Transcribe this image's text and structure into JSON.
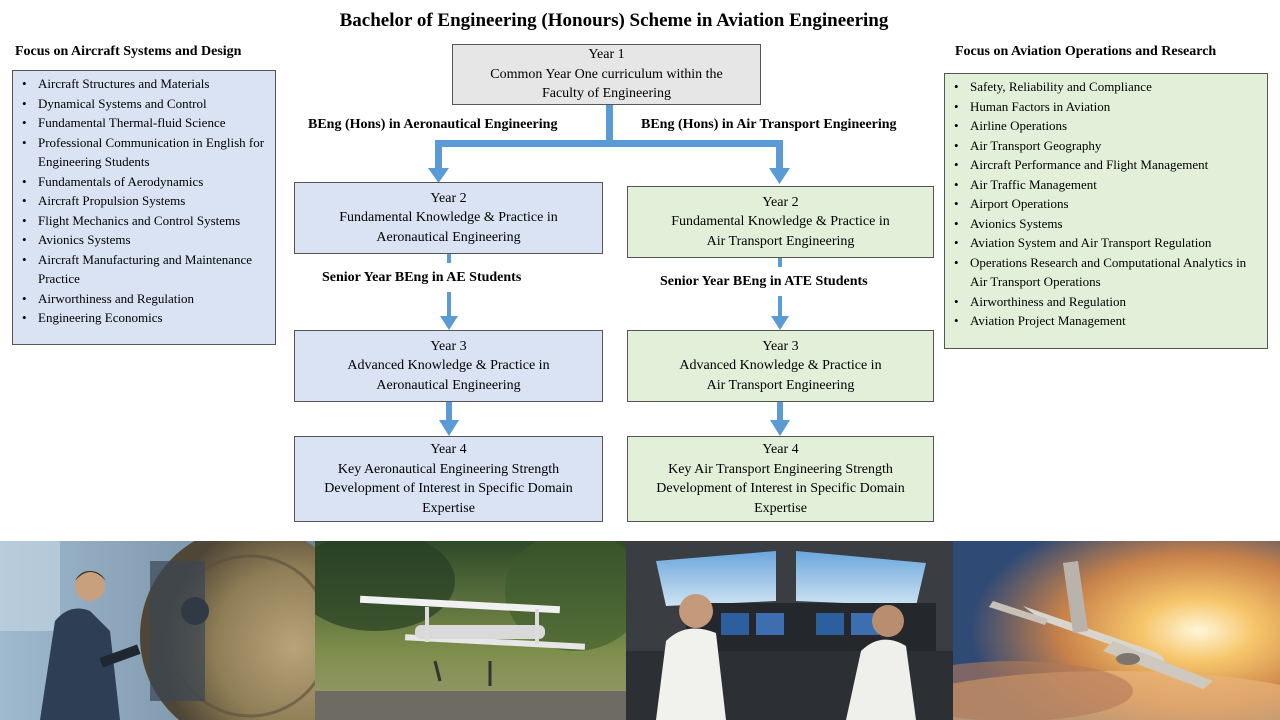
{
  "title": "Bachelor of Engineering  (Honours) Scheme in Aviation  Engineering",
  "left_focus": {
    "heading": "Focus on Aircraft  Systems and Design",
    "items": [
      "Aircraft Structures and Materials",
      "Dynamical Systems and Control",
      "Fundamental Thermal-fluid Science",
      "Professional Communication  in English for Engineering Students",
      "Fundamentals of Aerodynamics",
      "Aircraft Propulsion Systems",
      "Flight Mechanics and Control Systems",
      "Avionics Systems",
      "Aircraft Manufacturing and Maintenance Practice",
      "Airworthiness and Regulation",
      "Engineering  Economics"
    ]
  },
  "right_focus": {
    "heading": "Focus on Aviation Operations  and  Research",
    "items": [
      "Safety, Reliability  and Compliance",
      "Human Factors in Aviation",
      "Airline  Operations",
      "Air Transport Geography",
      "Aircraft Performance and Flight Management",
      "Air Traffic Management",
      "Airport Operations",
      "Avionics Systems",
      "Aviation System and Air Transport Regulation",
      "Operations Research and Computational Analytics in Air Transport Operations",
      "Airworthiness and Regulation",
      "Aviation  Project Management"
    ]
  },
  "year1": {
    "line1": "Year 1",
    "line2": "Common Year One curriculum  within  the",
    "line3": "Faculty  of Engineering"
  },
  "branches": {
    "ae_label": "BEng (Hons) in Aeronautical Engineering",
    "ate_label": "BEng (Hons) in Air Transport  Engineering",
    "ae_senior": "Senior Year BEng in AE Students",
    "ate_senior": "Senior Year BEng in ATE Students"
  },
  "ae": {
    "year2": {
      "line1": "Year 2",
      "line2": "Fundamental  Knowledge  & Practice  in",
      "line3": "Aeronautical  Engineering"
    },
    "year3": {
      "line1": "Year 3",
      "line2": "Advanced  Knowledge  & Practice in",
      "line3": "Aeronautical  Engineering"
    },
    "year4": {
      "line1": "Year 4",
      "line2": "Key Aeronautical  Engineering  Strength",
      "line3": "Development  of Interest in Specific Domain",
      "line4": "Expertise"
    }
  },
  "ate": {
    "year2": {
      "line1": "Year 2",
      "line2": "Fundamental  Knowledge  & Practice  in",
      "line3": "Air Transport Engineering"
    },
    "year3": {
      "line1": "Year 3",
      "line2": "Advanced  Knowledge  & Practice  in",
      "line3": "Air Transport Engineering"
    },
    "year4": {
      "line1": "Year 4",
      "line2": "Key Air Transport  Engineering  Strength",
      "line3": "Development  of Interest in Specific  Domain",
      "line4": "Expertise"
    }
  },
  "colors": {
    "arrow": "#5b9bd5",
    "ae_fill": "#dae3f3",
    "ate_fill": "#e2f0d9",
    "year1_fill": "#e7e6e6"
  },
  "photos": [
    "engineer-with-engine",
    "small-uav-aircraft",
    "cockpit-pilots",
    "airliner-sunset"
  ]
}
